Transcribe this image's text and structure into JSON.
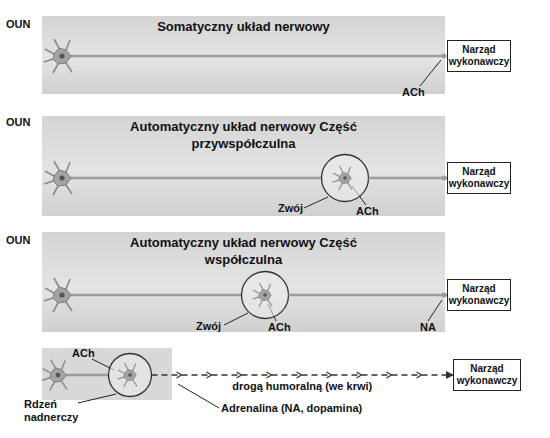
{
  "diagram": {
    "nodes": [
      {
        "text": [
          "Somatyczny układ nerwowy"
        ]
      },
      {
        "text": [
          "Narząd wykonawczy"
        ]
      },
      {
        "text": [
          "Automatyczny układ nerwowy Część przywspółczulna"
        ]
      },
      {
        "text": [
          "Zwój"
        ],
        "in": 2
      },
      {
        "text": [
          "Narząd wykonawczy"
        ]
      },
      {
        "text": [
          "Automatyczny układ nerwowy Część współczulna"
        ]
      },
      {
        "text": [
          "Zwój"
        ],
        "in": 5
      },
      {
        "text": [
          "Narząd wykonawczy"
        ]
      },
      {
        "text": [
          "Rdzeń nadnerczy"
        ]
      },
      {
        "text": [
          "Narząd wykonawczy"
        ]
      }
    ],
    "edges": [
      {
        "from": 3,
        "to": 4,
        "arrow": "none"
      },
      {
        "from": 6,
        "to": 7,
        "arrow": "none"
      },
      {
        "from": 8,
        "to": 9,
        "label": "drogą humoralną (we krwi)",
        "arrow": "to"
      }
    ],
    "labels": [
      "OUN",
      "ACh",
      "OUN",
      "ACh",
      "OUN",
      "ACh",
      "NA",
      "ACh",
      "Adrenalina (NA, dopamina)"
    ]
  }
}
